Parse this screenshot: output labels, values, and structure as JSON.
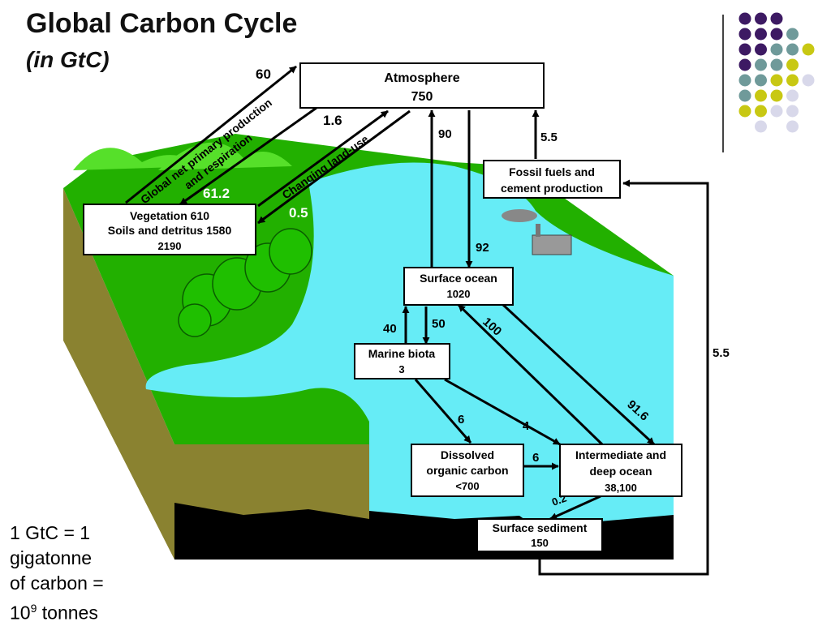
{
  "title": "Global Carbon Cycle",
  "subtitle": "(in GtC)",
  "note": {
    "line1": "1 GtC = 1",
    "line2": "gigatonne",
    "line3": "of carbon =",
    "line4_base": "10",
    "line4_exp": "9",
    "line4_rest": " tonnes"
  },
  "boxes": {
    "atmosphere": {
      "name": "Atmosphere",
      "value": "750"
    },
    "vegetation": {
      "line1": "Vegetation 610",
      "line2": "Soils and detritus 1580",
      "line3": "2190"
    },
    "fossil": {
      "line1": "Fossil fuels and",
      "line2": "cement production"
    },
    "surface_ocean": {
      "name": "Surface ocean",
      "value": "1020"
    },
    "marine_biota": {
      "name": "Marine biota",
      "value": "3"
    },
    "dissolved": {
      "line1": "Dissolved",
      "line2": "organic carbon",
      "line3": "<700"
    },
    "deep_ocean": {
      "line1": "Intermediate and",
      "line2": "deep ocean",
      "line3": "38,100"
    },
    "sediment": {
      "name": "Surface sediment",
      "value": "150"
    }
  },
  "flows": {
    "npp_up": "60",
    "npp_down": "61.2",
    "npp_label1": "Global net primary production",
    "npp_label2": "and respiration",
    "landuse_up": "1.6",
    "landuse_down": "0.5",
    "landuse_label": "Changing land-use",
    "ocean_up": "90",
    "ocean_down": "92",
    "fossil_up": "5.5",
    "fossil_loop": "5.5",
    "biota_up": "40",
    "biota_down": "50",
    "deep_up": "100",
    "deep_down": "91.6",
    "biota_to_doc": "6",
    "biota_to_deep": "4",
    "doc_to_deep": "6",
    "deep_to_sediment": "0.2"
  },
  "colors": {
    "ocean": "#66ecf6",
    "land_green": "#22b000",
    "land_light": "#56e02a",
    "soil": "#8a8230",
    "sediment": "#000000",
    "dot_purple": "#3d1a63",
    "dot_teal": "#6f9a9a",
    "dot_yellow": "#c8c813",
    "dot_lavender": "#d8d8ea"
  },
  "decor_grid": {
    "rows": [
      [
        "purple",
        "purple",
        "purple",
        null,
        null,
        null
      ],
      [
        "purple",
        "purple",
        "purple",
        "teal",
        null,
        null
      ],
      [
        "purple",
        "purple",
        "teal",
        "teal",
        "yellow",
        null
      ],
      [
        "purple",
        "teal",
        "teal",
        "yellow",
        null,
        null
      ],
      [
        "teal",
        "teal",
        "yellow",
        "yellow",
        "lavender",
        null
      ],
      [
        "teal",
        "yellow",
        "yellow",
        "lavender",
        null,
        null
      ],
      [
        "yellow",
        "yellow",
        "lavender",
        "lavender",
        null,
        null
      ],
      [
        null,
        "lavender",
        null,
        "lavender",
        null,
        null
      ]
    ]
  }
}
